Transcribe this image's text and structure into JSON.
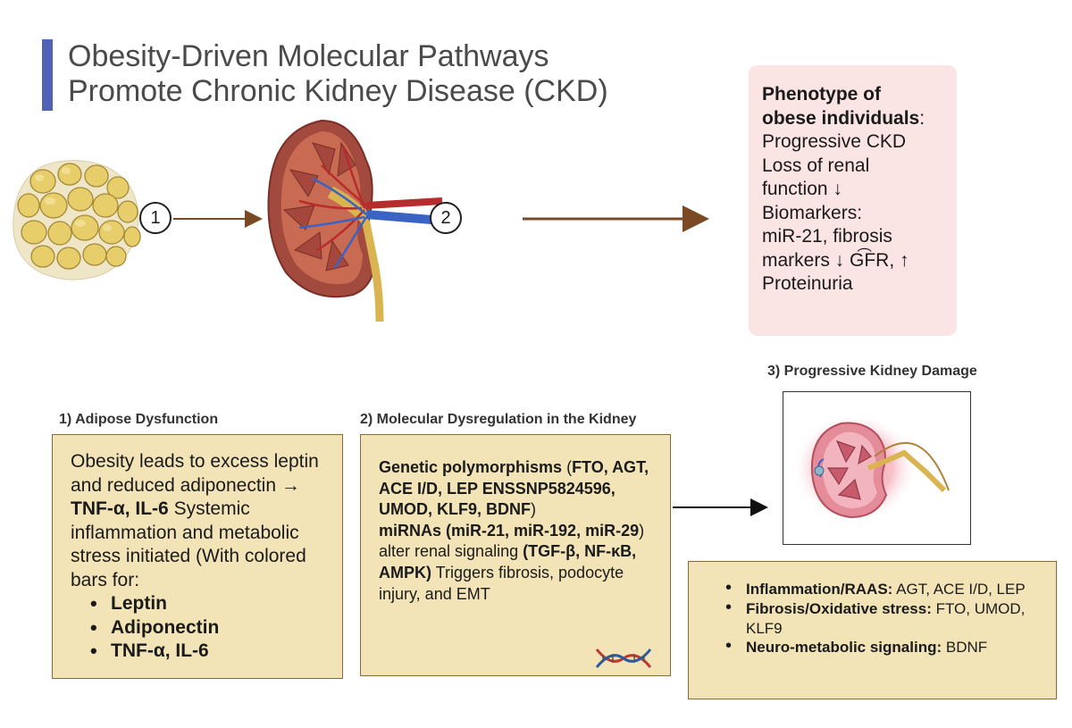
{
  "title": {
    "line1": "Obesity-Driven Molecular Pathways",
    "line2": "Promote Chronic Kidney Disease (CKD)"
  },
  "steps": {
    "one": "1",
    "two": "2"
  },
  "phenotype": {
    "heading1": "Phenotype of",
    "heading2": "obese individuals",
    "colon": ":",
    "lines": [
      "Progressive CKD",
      "Loss of renal",
      "function ↓",
      "Biomarkers:",
      "miR-21, fibrosis",
      "markers ↓ G͡FR, ↑",
      "Proteinuria"
    ]
  },
  "section1": {
    "heading": "1) Adipose Dysfunction",
    "text_a": "Obesity leads to excess leptin and reduced adiponectin → ",
    "text_b": "TNF-α, IL-6",
    "text_c": " Systemic inflammation and metabolic stress initiated (With colored bars for:",
    "bullets": [
      "Leptin",
      "Adiponectin",
      "TNF-α, IL-6"
    ]
  },
  "section2": {
    "heading": "2) Molecular Dysregulation in the Kidney",
    "t1": "Genetic polymorphisms",
    "t2": " (",
    "t3": "FTO, AGT, ACE I/D, LEP ENSSNP5824596, UMOD, KLF9, BDNF",
    "t4": ")",
    "t5": "miRNAs (miR-21, miR-192, miR-29",
    "t6": ") alter renal signaling ",
    "t7": "(TGF-β, NF-κB, AMPK)",
    "t8": " Triggers fibrosis, podocyte injury, and EMT"
  },
  "section3": {
    "heading": "3) Progressive Kidney Damage",
    "bullets": [
      {
        "label": "Inflammation/RAAS:",
        "text": " AGT, ACE I/D, LEP"
      },
      {
        "label": "Fibrosis/Oxidative stress:",
        "text": " FTO, UMOD, KLF9"
      },
      {
        "label": "Neuro-metabolic signaling:",
        "text": " BDNF"
      }
    ]
  },
  "icons": [
    "fat-cells-illustration",
    "kidney-cross-section-illustration",
    "damaged-kidney-illustration",
    "dna-icon"
  ],
  "colors": {
    "title_accent": "#4f63b6",
    "box_fill": "#f3e4b8",
    "box_border": "#8a6a3a",
    "phenotype_fill": "#fbe5e4",
    "arrow_brown": "#7a4a25"
  }
}
